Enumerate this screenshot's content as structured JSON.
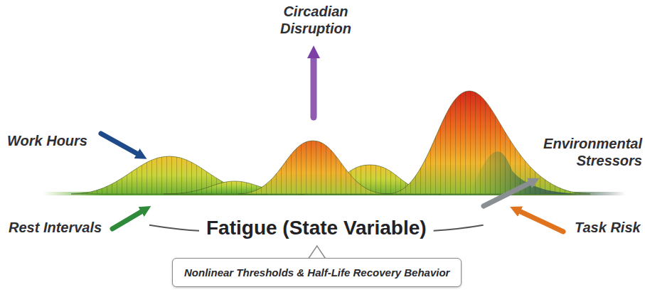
{
  "diagram": {
    "nodes": [
      {
        "text": [
          "Nonlinear Thresholds & Half-Life Recovery Behavior"
        ]
      }
    ],
    "labels": [
      "Circadian Disruption",
      "Work Hours",
      "Environmental Stressors",
      "Rest Intervals",
      "Fatigue (State Variable)",
      "Task Risk"
    ]
  }
}
